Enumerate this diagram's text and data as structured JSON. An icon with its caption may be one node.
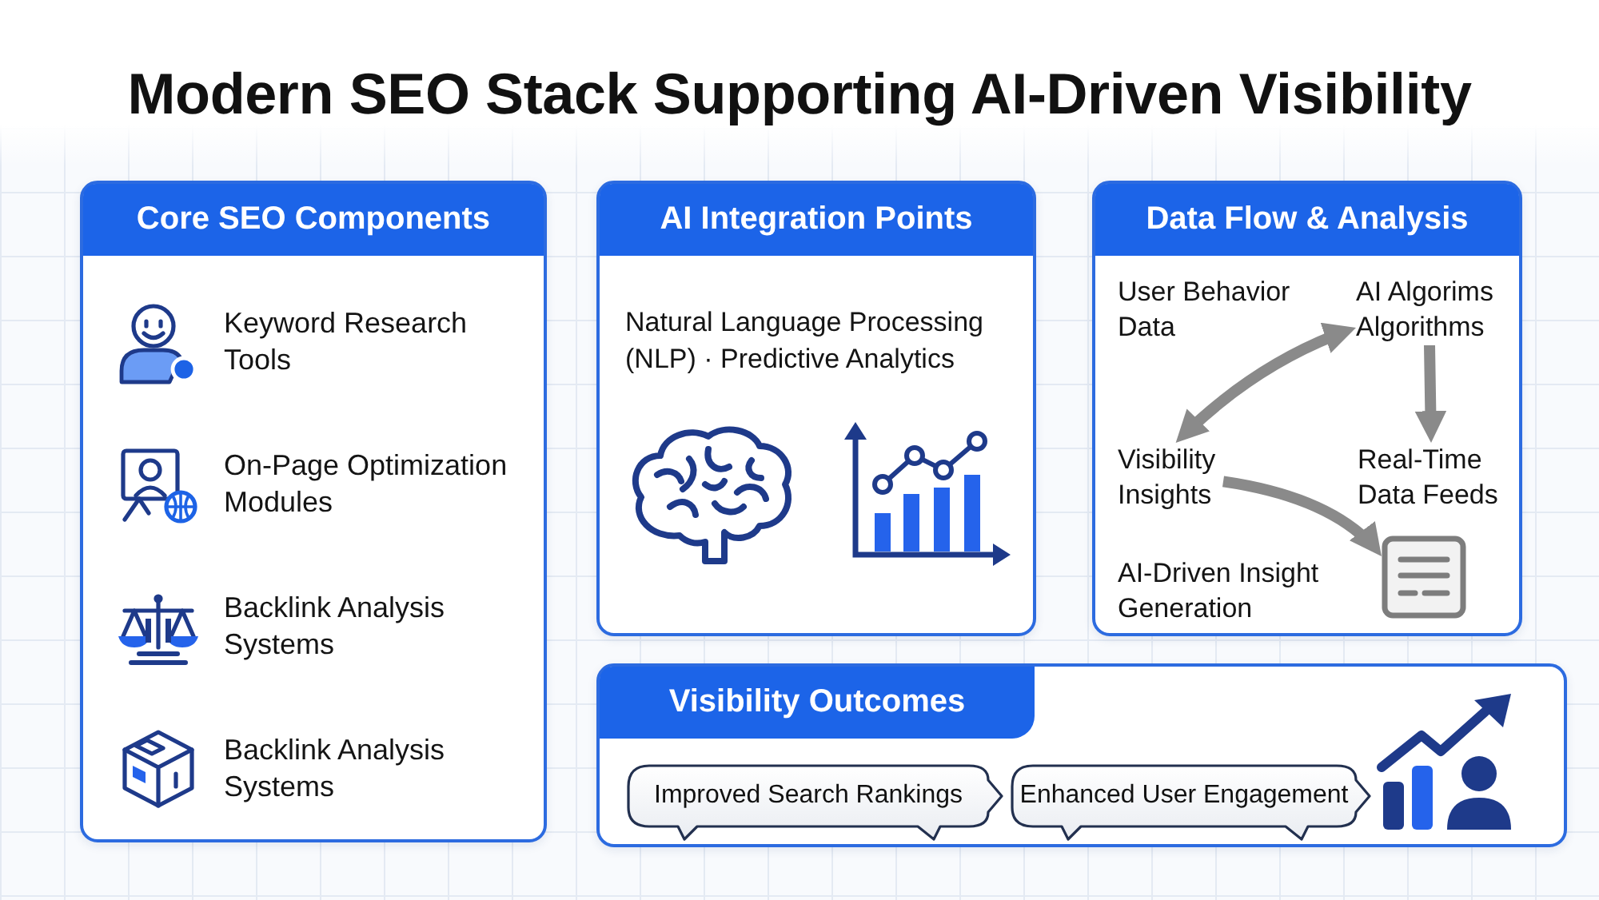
{
  "diagram": {
    "title": "Modern SEO Stack Supporting AI-Driven Visibility",
    "nodes": [
      {
        "text": [
          "Core SEO Components",
          "Keyword Research Tools",
          "On-Page Optimization Modules",
          "Backlink Analysis Systems",
          "Backlink Analysis Systems"
        ]
      },
      {
        "text": [
          "AI Integration Points",
          "Natural Language Processing (NLP) · Predictive Analytics"
        ]
      },
      {
        "text": [
          "Data Flow & Analysis",
          "User Behavior Data"
        ]
      },
      {
        "text": [
          "AI Algorims Algorithms"
        ],
        "in": 2
      },
      {
        "text": [
          "Visibility Insights"
        ],
        "in": 2
      },
      {
        "text": [
          "Real-Time Data Feeds"
        ],
        "in": 2
      },
      {
        "text": [],
        "shape": "picture",
        "in": 2,
        "beside": [
          "AI-Driven Insight Generation"
        ]
      },
      {
        "text": [
          "Visibility Outcomes"
        ]
      },
      {
        "text": [
          "Improved Search Rankings"
        ],
        "in": 7
      },
      {
        "text": [
          "Enhanced User Engagement"
        ],
        "in": 7
      }
    ],
    "edges": [
      {
        "from": 4,
        "to": 3,
        "arrow": "both"
      },
      {
        "from": 3,
        "to": 5,
        "arrow": "to"
      },
      {
        "from": 4,
        "to": 6,
        "arrow": "to"
      }
    ]
  }
}
